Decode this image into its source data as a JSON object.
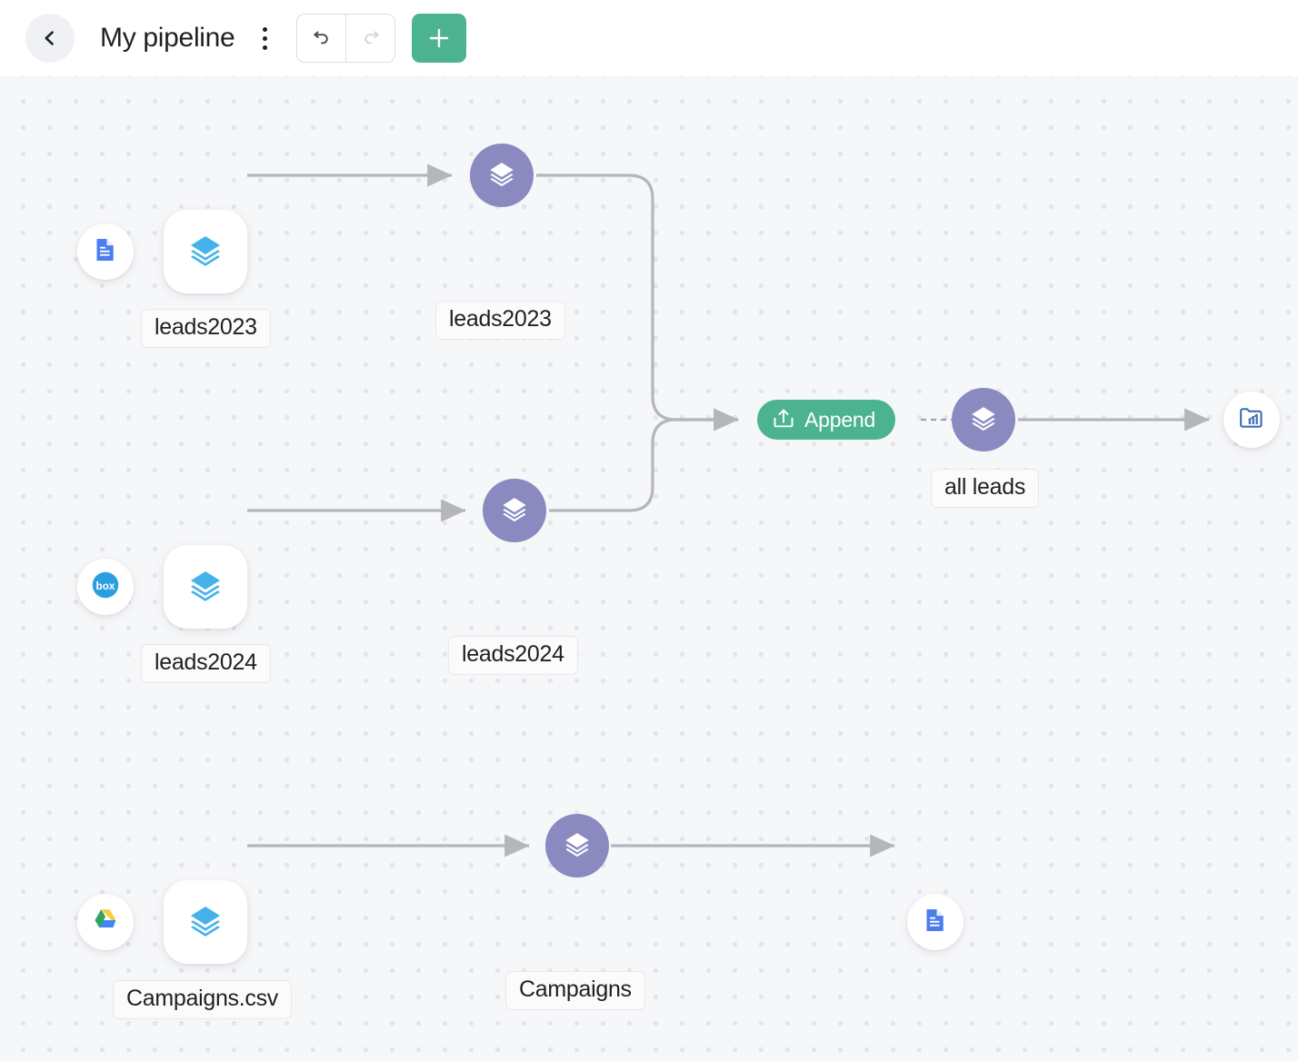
{
  "header": {
    "back_icon": "chevron-left-icon",
    "title": "My pipeline",
    "menu_icon": "kebab-menu-icon",
    "undo_icon": "undo-icon",
    "redo_icon": "redo-icon",
    "add_icon": "plus-icon",
    "accent_color": "#4cb391"
  },
  "canvas": {
    "background": "#f6f7f9",
    "dot_color": "#e3e5ea",
    "edge_color": "#b5b6bb"
  },
  "colors": {
    "dataset_purple": "#8a8ac0",
    "layers_blue": "#45b2ec",
    "operation_green": "#4cb391",
    "doc_blue": "#4a7ef0",
    "box_blue": "#2a9fe0",
    "tableau_blue": "#3f6fb5"
  },
  "nodes": [
    {
      "id": "src-leads2023",
      "kind": "source-chip",
      "icon": "google-docs-icon",
      "label": null
    },
    {
      "id": "tf-leads2023",
      "kind": "transform-card",
      "icon": "layers-icon",
      "label": "leads2023"
    },
    {
      "id": "ds-leads2023",
      "kind": "dataset",
      "icon": "layers-icon",
      "label": "leads2023"
    },
    {
      "id": "src-leads2024",
      "kind": "source-chip",
      "icon": "box-icon",
      "label": null
    },
    {
      "id": "tf-leads2024",
      "kind": "transform-card",
      "icon": "layers-icon",
      "label": "leads2024"
    },
    {
      "id": "ds-leads2024",
      "kind": "dataset",
      "icon": "layers-icon",
      "label": "leads2024"
    },
    {
      "id": "op-append",
      "kind": "operation",
      "icon": "append-import-icon",
      "label": "Append"
    },
    {
      "id": "ds-allleads",
      "kind": "dataset",
      "icon": "layers-icon",
      "label": "all leads"
    },
    {
      "id": "dest-analytics",
      "kind": "destination-chip",
      "icon": "folder-chart-icon",
      "label": null
    },
    {
      "id": "src-campaigns",
      "kind": "source-chip",
      "icon": "google-drive-icon",
      "label": null
    },
    {
      "id": "tf-campaigns",
      "kind": "transform-card",
      "icon": "layers-icon",
      "label": "Campaigns.csv"
    },
    {
      "id": "ds-campaigns",
      "kind": "dataset",
      "icon": "layers-icon",
      "label": "Campaigns"
    },
    {
      "id": "dest-doc",
      "kind": "destination-chip",
      "icon": "google-docs-icon",
      "label": null
    }
  ],
  "labels": {
    "leads2023_source": "leads2023",
    "leads2023_dataset": "leads2023",
    "leads2024_source": "leads2024",
    "leads2024_dataset": "leads2024",
    "all_leads": "all leads",
    "append": "Append",
    "campaigns_csv": "Campaigns.csv",
    "campaigns": "Campaigns"
  },
  "edges": [
    {
      "from": "tf-leads2023",
      "to": "ds-leads2023",
      "style": "solid",
      "arrow": true
    },
    {
      "from": "ds-leads2023",
      "to": "op-append",
      "style": "solid",
      "arrow": true
    },
    {
      "from": "tf-leads2024",
      "to": "ds-leads2024",
      "style": "solid",
      "arrow": true
    },
    {
      "from": "ds-leads2024",
      "to": "op-append",
      "style": "solid",
      "arrow": true
    },
    {
      "from": "op-append",
      "to": "ds-allleads",
      "style": "dashed",
      "arrow": false
    },
    {
      "from": "ds-allleads",
      "to": "dest-analytics",
      "style": "solid",
      "arrow": true
    },
    {
      "from": "tf-campaigns",
      "to": "ds-campaigns",
      "style": "solid",
      "arrow": true
    },
    {
      "from": "ds-campaigns",
      "to": "dest-doc",
      "style": "solid",
      "arrow": true
    }
  ]
}
